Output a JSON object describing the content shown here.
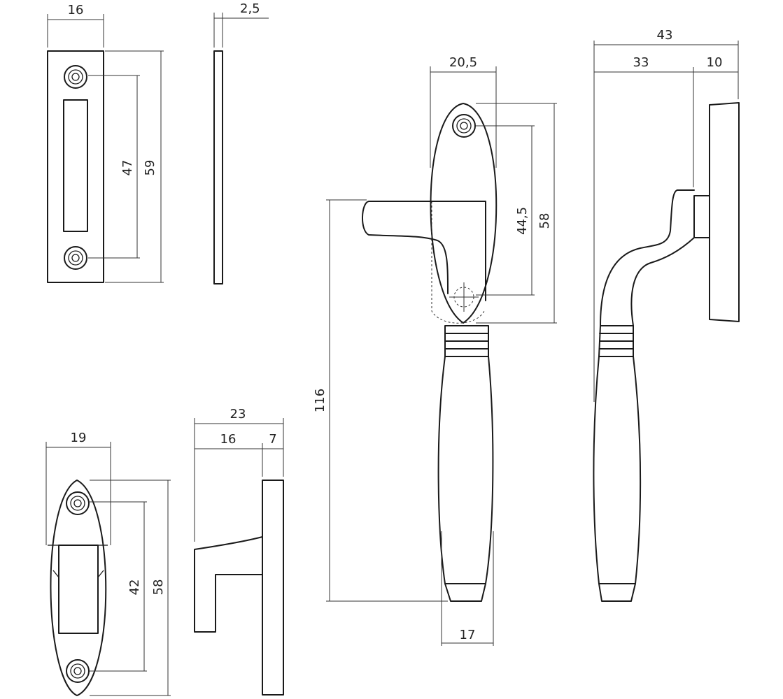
{
  "dimensions": {
    "plate_width": "16",
    "plate_thickness": "2,5",
    "plate_hole_spacing": "47",
    "plate_height": "59",
    "handle_rose_width": "20,5",
    "handle_hole_spacing": "44,5",
    "handle_rose_height": "58",
    "handle_length": "116",
    "handle_grip_width": "17",
    "side_total_depth": "43",
    "side_depth_a": "33",
    "side_depth_b": "10",
    "keep_width": "19",
    "keep_hole_spacing": "42",
    "keep_height": "58",
    "hook_total_depth": "23",
    "hook_depth_a": "16",
    "hook_depth_b": "7"
  }
}
